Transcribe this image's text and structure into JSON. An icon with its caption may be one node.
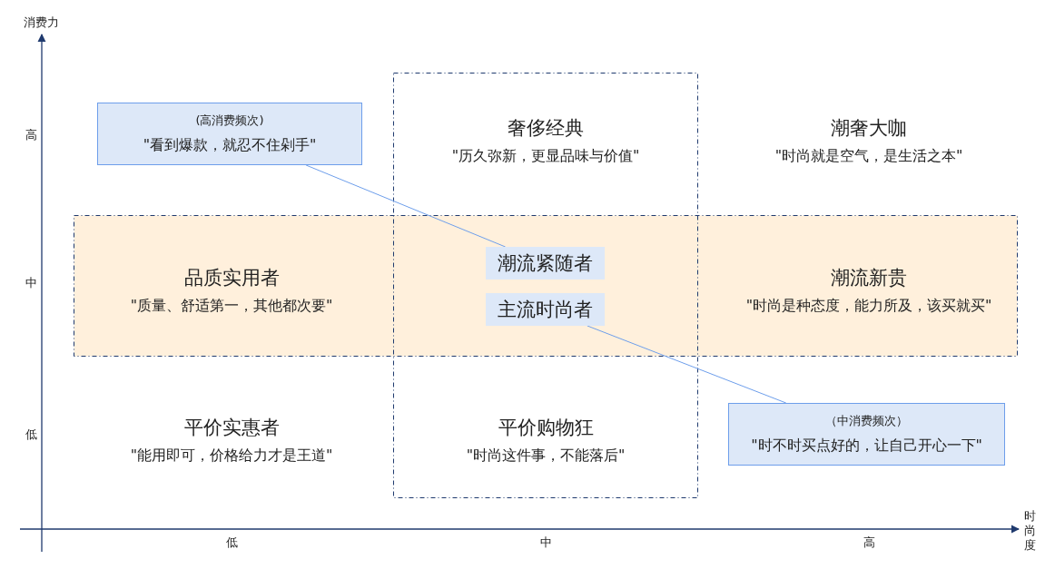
{
  "diagram": {
    "nodes": [
      {
        "text": [],
        "shape": "box"
      },
      {
        "text": [],
        "shape": "box"
      },
      {
        "text": [
          "(高消费频次)",
          "\"看到爆款，就忍不住剁手\""
        ]
      },
      {
        "text": [
          "奢侈经典",
          "\"历久弥新，更显品味与价值\""
        ],
        "in": 0
      },
      {
        "text": [
          "潮奢大咖",
          "\"时尚就是空气，是生活之本\""
        ]
      },
      {
        "text": [
          "品质实用者",
          "\"质量、舒适第一，其他都次要\""
        ],
        "in": 1
      },
      {
        "text": [
          "潮流紧随者"
        ]
      },
      {
        "text": [
          "主流时尚者"
        ]
      },
      {
        "text": [
          "潮流新贵",
          "\"时尚是种态度，能力所及，该买就买\""
        ],
        "in": 1
      },
      {
        "text": [
          "平价实惠者",
          "\"能用即可，价格给力才是王道\""
        ]
      },
      {
        "text": [
          "平价购物狂",
          "\"时尚这件事，不能落后\""
        ],
        "in": 0
      },
      {
        "text": [
          "（中消费频次）",
          "\"时不时买点好的，让自己开心一下\""
        ]
      }
    ],
    "edges": [
      {
        "from": 2,
        "to": 6,
        "arrow": "none"
      },
      {
        "from": 7,
        "to": 11,
        "arrow": "none"
      }
    ],
    "labels": [
      "消费力",
      "高",
      "中",
      "低",
      "时尚度",
      "低",
      "中",
      "高"
    ]
  }
}
